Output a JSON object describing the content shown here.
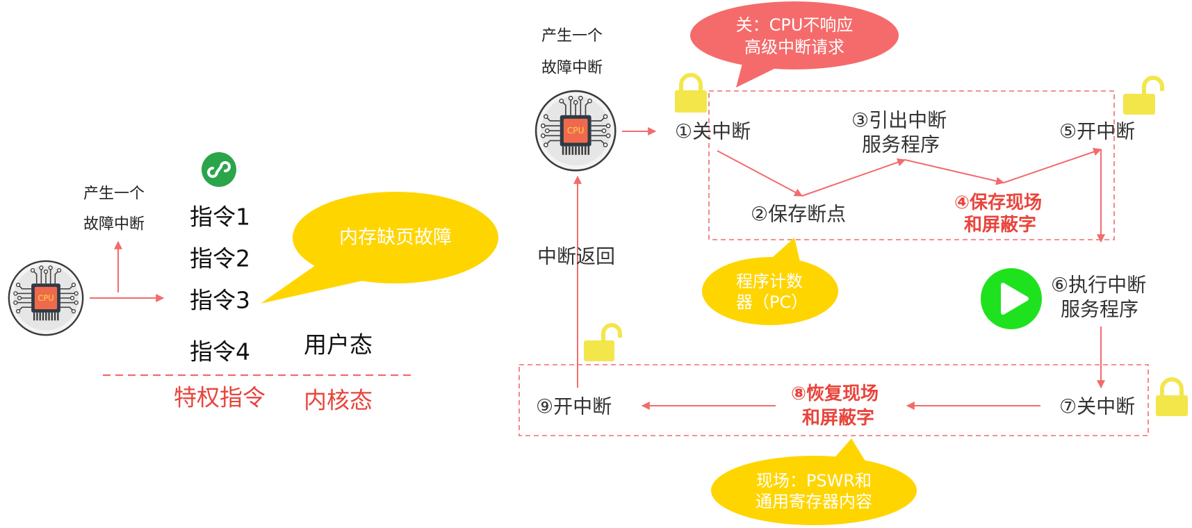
{
  "colors": {
    "arrow": "#f26b6b",
    "dashed": "#f06a6a",
    "emphasis_text": "#e8453c",
    "bubble_yellow": "#ffd500",
    "bubble_red": "#f56b6b",
    "lock_yellow": "#f2e64b",
    "play_green": "#1fe21f",
    "mini_program_green": "#2aa54a",
    "chip_body": "#ef6a4d"
  },
  "icons": {
    "cpu": "cpu-chip-icon",
    "lock_closed": "lock-closed-icon",
    "lock_open": "lock-open-icon",
    "play": "play-icon",
    "mini_program": "mini-program-icon"
  },
  "left_scene": {
    "cpu_label": "CPU",
    "fault_lines": [
      "产生一个",
      "故障中断"
    ],
    "instructions": [
      "指令1",
      "指令2",
      "指令3",
      "指令4"
    ],
    "user_mode": "用户态",
    "privileged_instruction": "特权指令",
    "kernel_mode": "内核态",
    "bubble_text": "内存缺页故障"
  },
  "right_scene": {
    "cpu_label": "CPU",
    "fault_lines": [
      "产生一个",
      "故障中断"
    ],
    "disable_note": [
      "关：CPU不响应",
      "高级中断请求"
    ],
    "steps": {
      "step1": "①关中断",
      "step2": "②保存断点",
      "step3": [
        "③引出中断",
        "服务程序"
      ],
      "step4": [
        "④保存现场",
        "和屏蔽字"
      ],
      "step5": "⑤开中断",
      "step6": [
        "⑥执行中断",
        "服务程序"
      ],
      "step7": "⑦关中断",
      "step8": [
        "⑧恢复现场",
        "和屏蔽字"
      ],
      "step9": "⑨开中断"
    },
    "return_label": "中断返回",
    "pc_note": [
      "程序计数",
      "器（PC）"
    ],
    "context_note": [
      "现场：PSWR和",
      "通用寄存器内容"
    ]
  }
}
